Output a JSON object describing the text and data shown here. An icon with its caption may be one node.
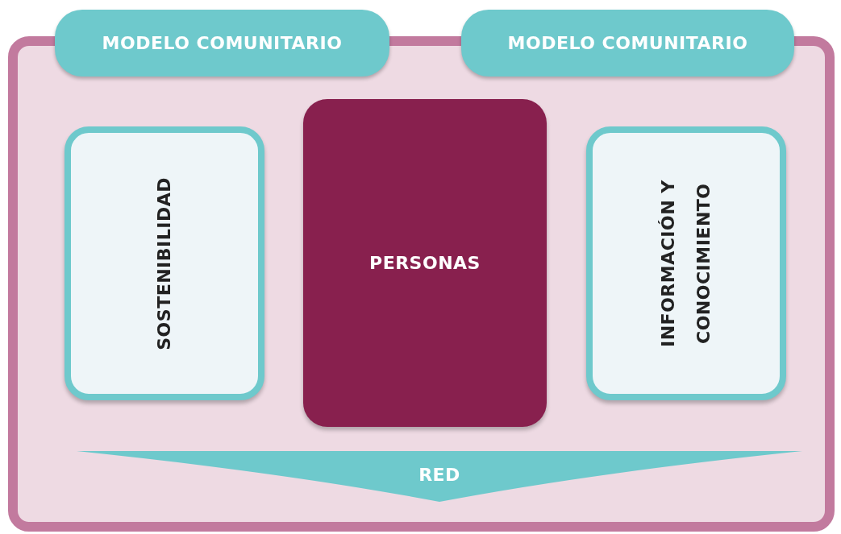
{
  "diagram": {
    "nodes": [
      {
        "text": [],
        "shape": "box"
      },
      {
        "text": [
          "MODELO COMUNITARIO"
        ]
      },
      {
        "text": [
          "MODELO COMUNITARIO"
        ]
      },
      {
        "text": [
          "SOSTENIBILIDAD"
        ],
        "in": 0
      },
      {
        "text": [
          "PERSONAS"
        ],
        "in": 0
      },
      {
        "text": [
          "INFORMACIÓN Y CONOCIMIENTO"
        ],
        "in": 0
      },
      {
        "text": [
          "RED"
        ],
        "in": 0
      }
    ]
  }
}
